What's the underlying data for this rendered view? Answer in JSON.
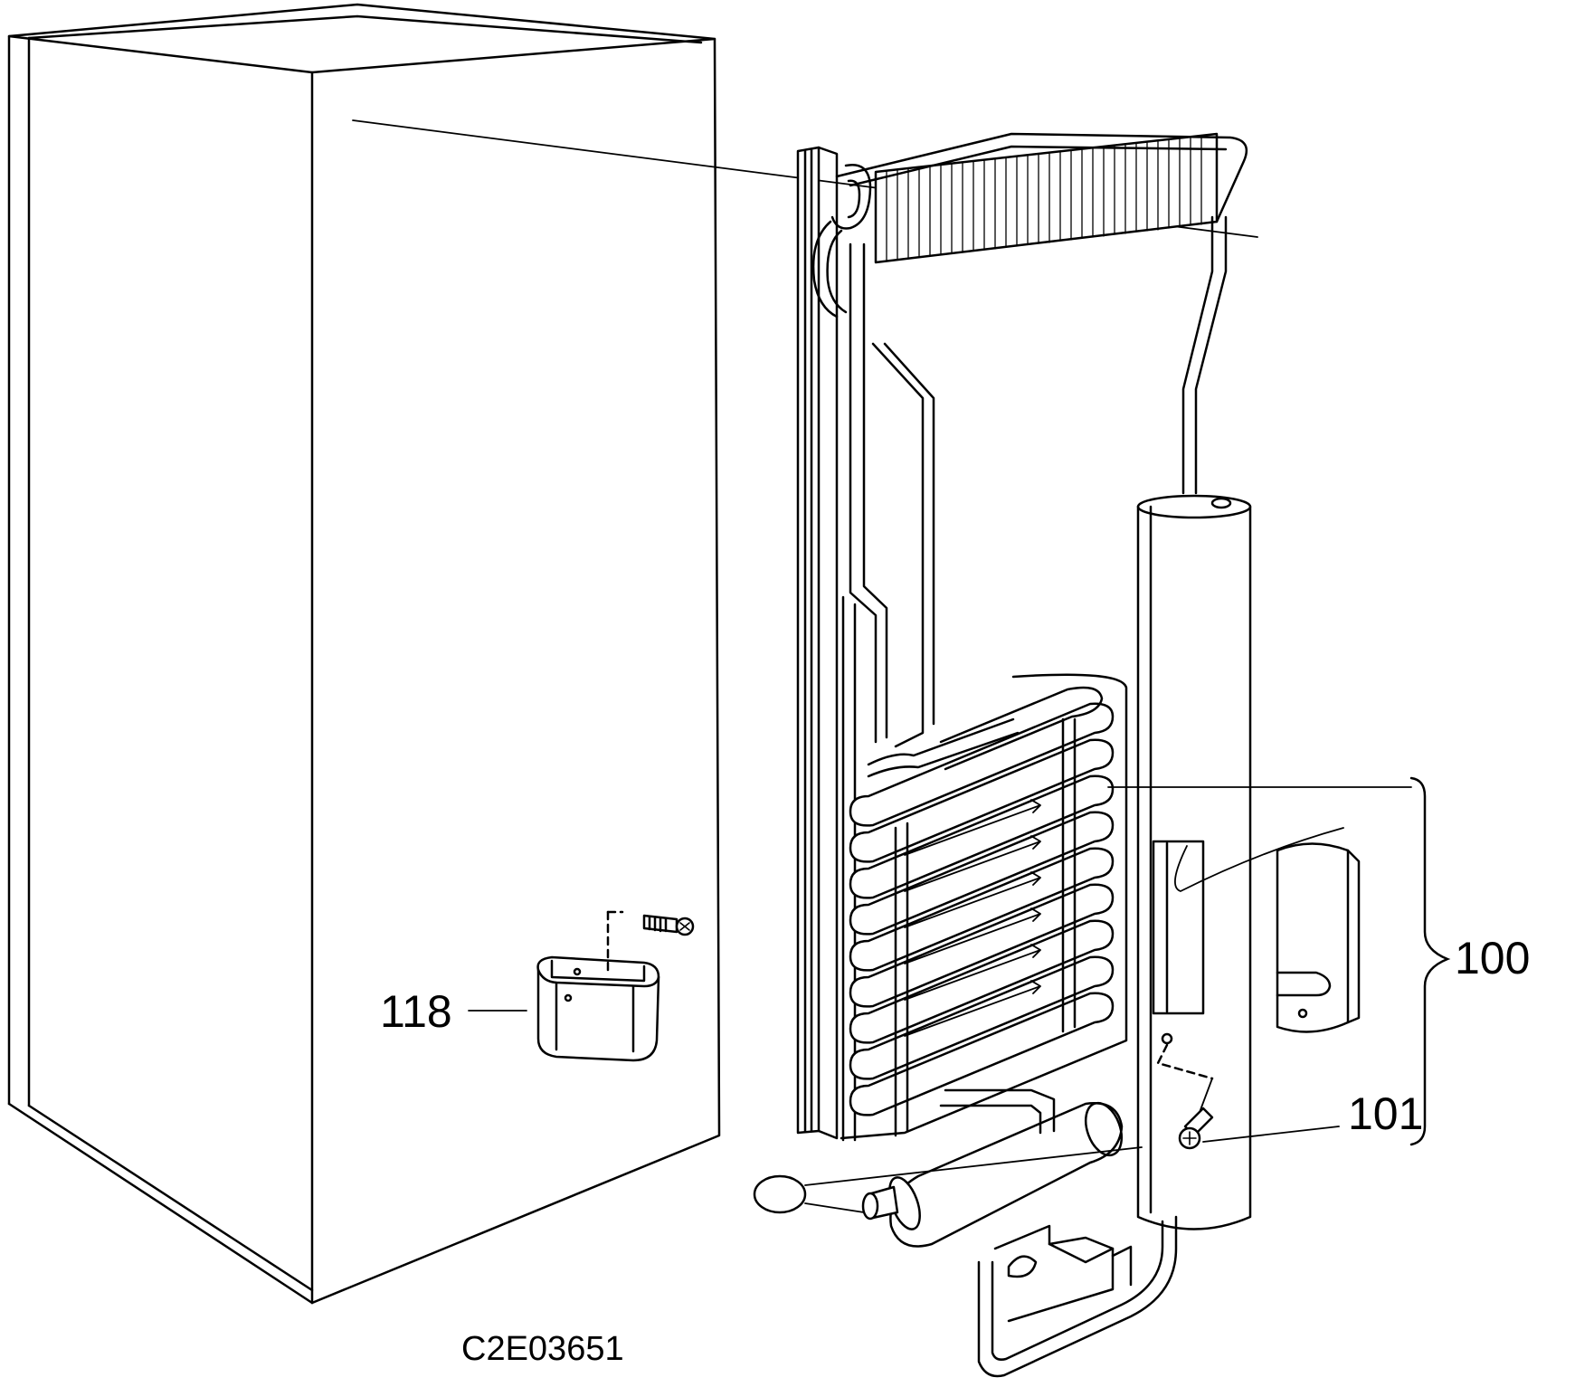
{
  "drawing_code": "C2E03651",
  "callouts": {
    "item_118": "118",
    "item_100": "100",
    "item_101": "101"
  },
  "colors": {
    "line": "#000000",
    "background": "#ffffff",
    "fill_light": "#ffffff"
  }
}
